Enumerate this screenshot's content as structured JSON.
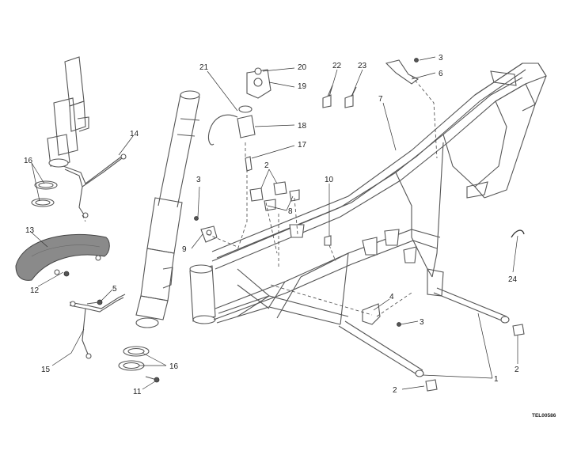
{
  "drawing_code": "TEL00586",
  "callouts": {
    "c1": "1",
    "c2a": "2",
    "c2b": "2",
    "c2c": "2",
    "c3a": "3",
    "c3b": "3",
    "c3c": "3",
    "c4": "4",
    "c5": "5",
    "c6": "6",
    "c7": "7",
    "c8": "8",
    "c9": "9",
    "c10": "10",
    "c11": "11",
    "c12": "12",
    "c13": "13",
    "c14": "14",
    "c15": "15",
    "c16a": "16",
    "c16b": "16",
    "c17": "17",
    "c18": "18",
    "c19": "19",
    "c20": "20",
    "c21": "21",
    "c22": "22",
    "c23": "23",
    "c24": "24"
  }
}
